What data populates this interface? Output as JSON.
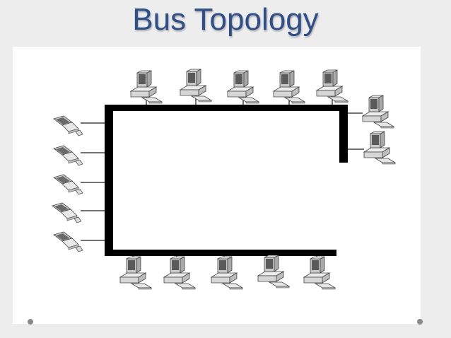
{
  "slide": {
    "title": "Bus Topology",
    "title_color": "#2f4f8a",
    "background_color": "#ededed",
    "panel_color": "#ffffff"
  },
  "diagram": {
    "topology": "bus",
    "bus_color": "#000000",
    "cable_color": "#444444",
    "nodes": {
      "top": [
        {
          "type": "desktop-computer"
        },
        {
          "type": "desktop-computer"
        },
        {
          "type": "desktop-computer"
        },
        {
          "type": "desktop-computer"
        },
        {
          "type": "desktop-computer"
        }
      ],
      "right": [
        {
          "type": "desktop-computer"
        },
        {
          "type": "desktop-computer"
        }
      ],
      "left": [
        {
          "type": "laptop-computer"
        },
        {
          "type": "laptop-computer"
        },
        {
          "type": "laptop-computer"
        },
        {
          "type": "laptop-computer"
        },
        {
          "type": "laptop-computer"
        }
      ],
      "bottom": [
        {
          "type": "desktop-computer"
        },
        {
          "type": "desktop-computer"
        },
        {
          "type": "desktop-computer"
        },
        {
          "type": "desktop-computer"
        },
        {
          "type": "desktop-computer"
        }
      ]
    }
  }
}
